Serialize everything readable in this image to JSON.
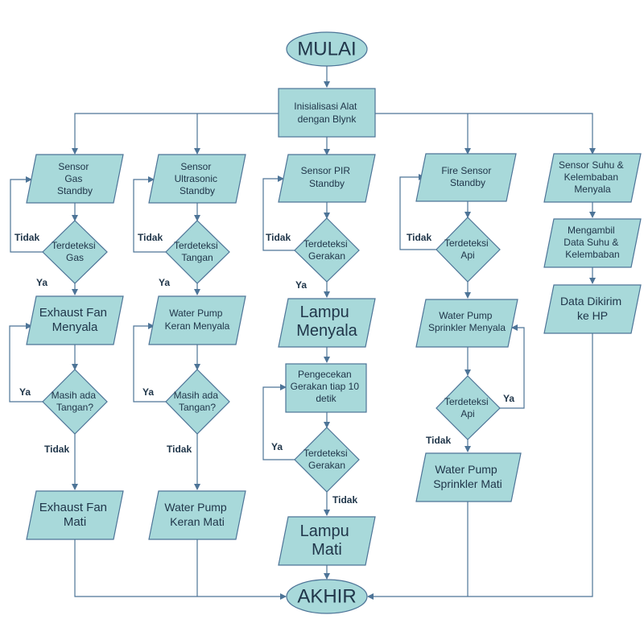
{
  "flowchart": {
    "start": "MULAI",
    "end": "AKHIR",
    "init": [
      "Inisialisasi Alat",
      "dengan Blynk"
    ],
    "gas": {
      "standby": [
        "Sensor",
        "Gas",
        "Standby"
      ],
      "detect": [
        "Terdeteksi",
        "Gas"
      ],
      "fan_on": [
        "Exhaust Fan",
        "Menyala"
      ],
      "check": [
        "Masih ada",
        "Tangan?"
      ],
      "fan_off": [
        "Exhaust Fan",
        "Mati"
      ]
    },
    "ultrasonic": {
      "standby": [
        "Sensor",
        "Ultrasonic",
        "Standby"
      ],
      "detect": [
        "Terdeteksi",
        "Tangan"
      ],
      "pump_on": [
        "Water Pump",
        "Keran Menyala"
      ],
      "check": [
        "Masih ada",
        "Tangan?"
      ],
      "pump_off": [
        "Water Pump",
        "Keran Mati"
      ]
    },
    "pir": {
      "standby": [
        "Sensor PIR",
        "Standby"
      ],
      "detect": [
        "Terdeteksi",
        "Gerakan"
      ],
      "lamp_on": [
        "Lampu",
        "Menyala"
      ],
      "recheck": [
        "Pengecekan",
        "Gerakan tiap 10",
        "detik"
      ],
      "detect2": [
        "Terdeteksi",
        "Gerakan"
      ],
      "lamp_off": [
        "Lampu",
        "Mati"
      ]
    },
    "fire": {
      "standby": [
        "Fire Sensor",
        "Standby"
      ],
      "detect": [
        "Terdeteksi",
        "Api"
      ],
      "sprinkler_on": [
        "Water Pump",
        "Sprinkler Menyala"
      ],
      "detect2": [
        "Terdeteksi",
        "Api"
      ],
      "sprinkler_off": [
        "Water Pump",
        "Sprinkler Mati"
      ]
    },
    "dht": {
      "on": [
        "Sensor Suhu &",
        "Kelembaban",
        "Menyala"
      ],
      "read": [
        "Mengambil",
        "Data Suhu &",
        "Kelembaban"
      ],
      "send": [
        "Data Dikirim",
        "ke HP"
      ]
    },
    "labels": {
      "yes": "Ya",
      "no": "Tidak"
    }
  }
}
